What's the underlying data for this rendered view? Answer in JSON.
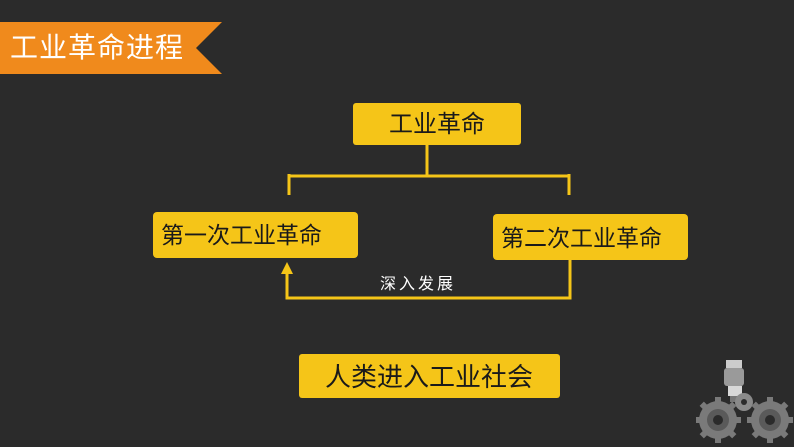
{
  "banner": {
    "title": "工业革命进程"
  },
  "diagram": {
    "root": "工业革命",
    "first": "第一次工业革命",
    "second": "第二次工业革命",
    "arrow_label": "深入发展",
    "result": "人类进入工业社会"
  },
  "colors": {
    "background": "#2b2b2b",
    "banner": "#f08a1c",
    "box": "#f5c518",
    "connector": "#f5c518"
  },
  "decoration": {
    "gears": "gears-robot-hand-icon"
  }
}
